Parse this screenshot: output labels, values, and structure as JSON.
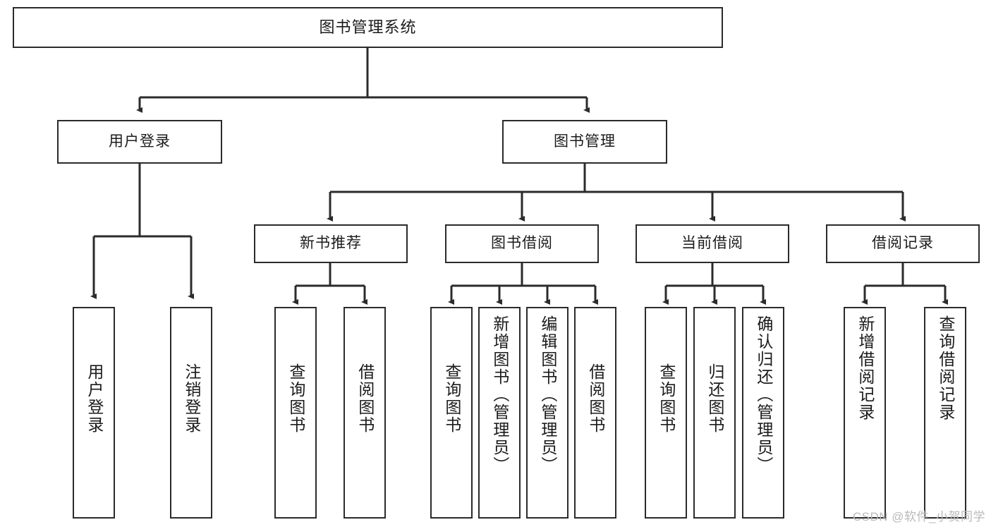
{
  "diagram": {
    "title_node": {
      "label": "图书管理系统"
    },
    "level2": [
      {
        "label": "用户登录"
      },
      {
        "label": "图书管理"
      }
    ],
    "level3": [
      {
        "label": "新书推荐"
      },
      {
        "label": "图书借阅"
      },
      {
        "label": "当前借阅"
      },
      {
        "label": "借阅记录"
      }
    ],
    "leaves": {
      "user_login": [
        {
          "label": "用户登录"
        },
        {
          "label": "注销登录"
        }
      ],
      "new_book_recommend": [
        {
          "label": "查询图书"
        },
        {
          "label": "借阅图书"
        }
      ],
      "book_borrow": [
        {
          "label": "查询图书"
        },
        {
          "label": "新增图书（管理员）"
        },
        {
          "label": "编辑图书（管理员）"
        },
        {
          "label": "借阅图书"
        }
      ],
      "current_borrow": [
        {
          "label": "查询图书"
        },
        {
          "label": "归还图书"
        },
        {
          "label": "确认归还（管理员）"
        }
      ],
      "borrow_record": [
        {
          "label": "新增借阅记录"
        },
        {
          "label": "查询借阅记录"
        }
      ]
    }
  },
  "watermark": {
    "text": "CSDN @软件_小贺同学"
  },
  "colors": {
    "border": "#2b2b2b",
    "background": "#ffffff",
    "text": "#1b1b1b",
    "watermark": "#b9b9b9"
  }
}
